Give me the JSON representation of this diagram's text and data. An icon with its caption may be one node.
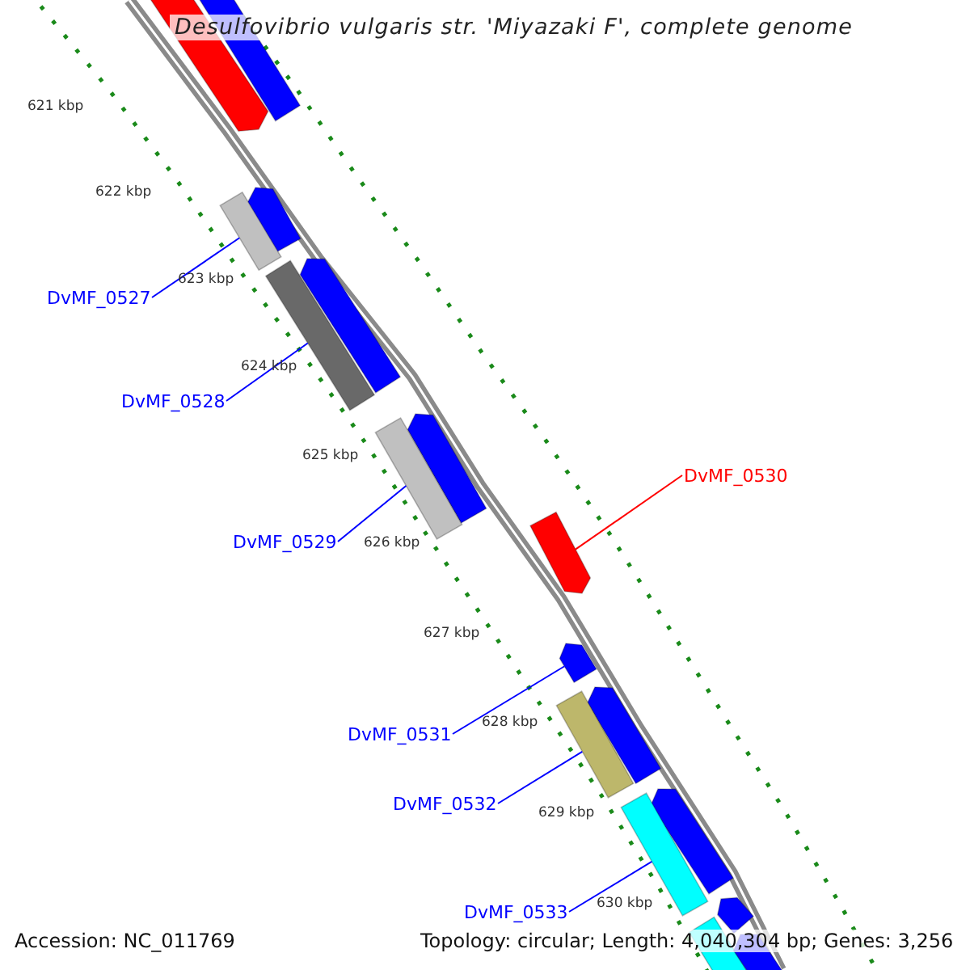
{
  "diagram": {
    "title": "Desulfovibrio vulgaris str. 'Miyazaki F', complete genome",
    "nodes": [
      {
        "text": [
          "DvMF_0527"
        ]
      },
      {
        "text": [
          "DvMF_0528"
        ]
      },
      {
        "text": [
          "DvMF_0529"
        ]
      },
      {
        "text": [
          "DvMF_0530"
        ]
      },
      {
        "text": [
          "DvMF_0531"
        ]
      },
      {
        "text": [
          "DvMF_0532"
        ]
      },
      {
        "text": [
          "DvMF_0533"
        ]
      },
      {
        "text": [],
        "shape": "bar"
      },
      {
        "text": [],
        "shape": "bar"
      },
      {
        "text": [],
        "shape": "bar"
      },
      {
        "text": [],
        "shape": "bar"
      },
      {
        "text": [],
        "shape": "bar"
      },
      {
        "text": [],
        "shape": "bar"
      },
      {
        "text": [],
        "shape": "bar"
      },
      {
        "text": [],
        "shape": "bar"
      },
      {
        "text": [],
        "shape": "bar"
      },
      {
        "text": [],
        "shape": "bar"
      },
      {
        "text": [],
        "shape": "bar"
      },
      {
        "text": [],
        "shape": "bar"
      },
      {
        "text": [],
        "shape": "bar"
      },
      {
        "text": [],
        "shape": "bar"
      },
      {
        "text": [],
        "shape": "bar"
      },
      {
        "text": [],
        "shape": "bar"
      },
      {
        "text": [],
        "shape": "bar"
      }
    ],
    "edges": [
      {
        "from": 0,
        "to": 10,
        "arrow": "none"
      },
      {
        "from": 1,
        "to": 12,
        "arrow": "none"
      },
      {
        "from": 2,
        "to": 14,
        "arrow": "none"
      },
      {
        "from": 3,
        "to": 15,
        "arrow": "none",
        "color": "#ff0000"
      },
      {
        "from": 4,
        "to": 16,
        "arrow": "none"
      },
      {
        "from": 5,
        "to": 18,
        "arrow": "none"
      },
      {
        "from": 6,
        "to": 20,
        "arrow": "none"
      }
    ],
    "labels": [
      "621 kbp",
      "622 kbp",
      "623 kbp",
      "624 kbp",
      "625 kbp",
      "626 kbp",
      "627 kbp",
      "628 kbp",
      "629 kbp",
      "630 kbp",
      "Accession: NC_011769",
      "Topology: circular; Length: 4,040,304 bp; Genes: 3,256"
    ]
  }
}
